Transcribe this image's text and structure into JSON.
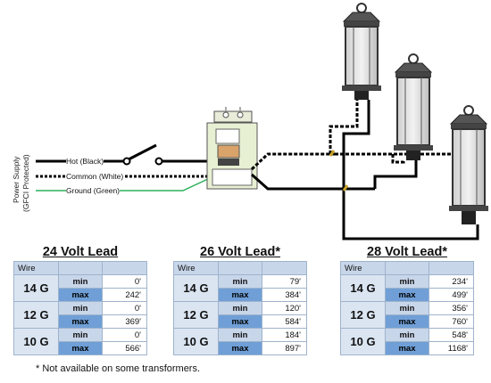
{
  "diagram": {
    "power_supply_label": "Power Supply\n(GFCI Protected)",
    "power_supply_line1": "Power Supply",
    "power_supply_line2": "(GFCI Protected)",
    "hot_label": "Hot (Black)",
    "common_label": "Common (White)",
    "ground_label": "Ground (Green)"
  },
  "tables": [
    {
      "title": "24 Volt Lead",
      "header": "Wire",
      "rows": [
        {
          "gauge": "14 G",
          "min": "0'",
          "max": "242'"
        },
        {
          "gauge": "12 G",
          "min": "0'",
          "max": "369'"
        },
        {
          "gauge": "10 G",
          "min": "0'",
          "max": "566'"
        }
      ]
    },
    {
      "title": "26 Volt Lead*",
      "header": "Wire",
      "rows": [
        {
          "gauge": "14 G",
          "min": "79'",
          "max": "384'"
        },
        {
          "gauge": "12 G",
          "min": "120'",
          "max": "584'"
        },
        {
          "gauge": "10 G",
          "min": "184'",
          "max": "897'"
        }
      ]
    },
    {
      "title": "28 Volt Lead*",
      "header": "Wire",
      "rows": [
        {
          "gauge": "14 G",
          "min": "234'",
          "max": "499'"
        },
        {
          "gauge": "12 G",
          "min": "356'",
          "max": "760'"
        },
        {
          "gauge": "10 G",
          "min": "548'",
          "max": "1168'"
        }
      ]
    }
  ],
  "labels": {
    "min": "min",
    "max": "max"
  },
  "footnote": "* Not available on some transformers."
}
